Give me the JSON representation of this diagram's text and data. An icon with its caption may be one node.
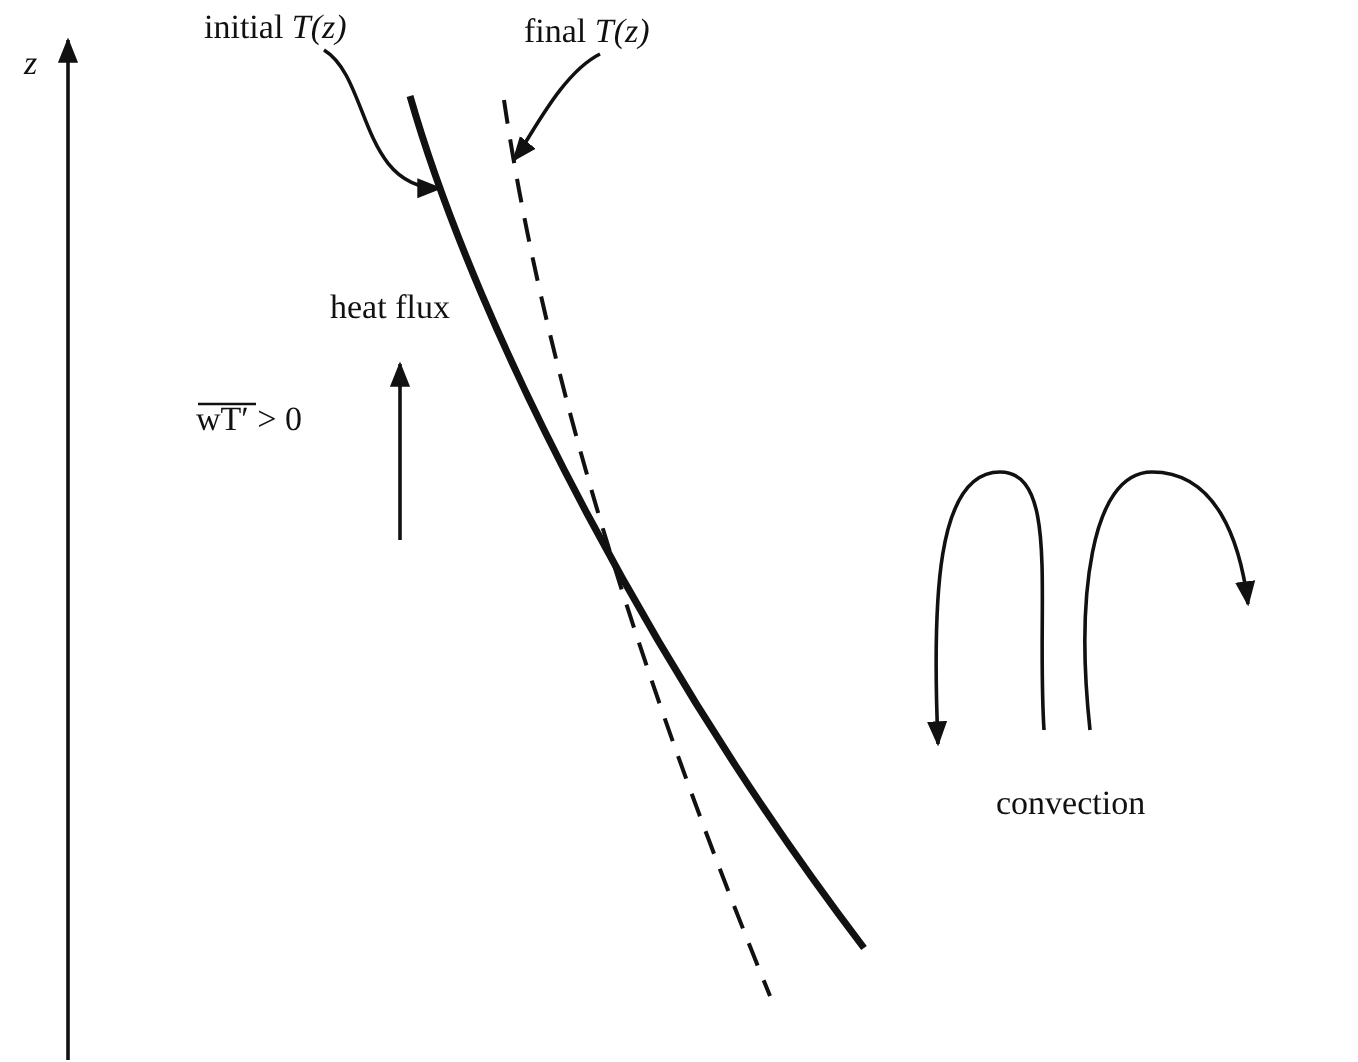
{
  "diagram": {
    "nodes": [
      {
        "text": [
          "initial *T(z)*"
        ]
      },
      {
        "text": [],
        "shape": "line"
      },
      {
        "text": [
          "final *T(z)*"
        ]
      },
      {
        "text": [],
        "shape": "line"
      }
    ],
    "edges": [
      {
        "from": 0,
        "to": 1,
        "arrow": "to"
      },
      {
        "from": 2,
        "to": 3,
        "arrow": "to"
      }
    ],
    "labels": [
      "z",
      "heat flux",
      "wT′ > 0",
      "convection"
    ]
  }
}
